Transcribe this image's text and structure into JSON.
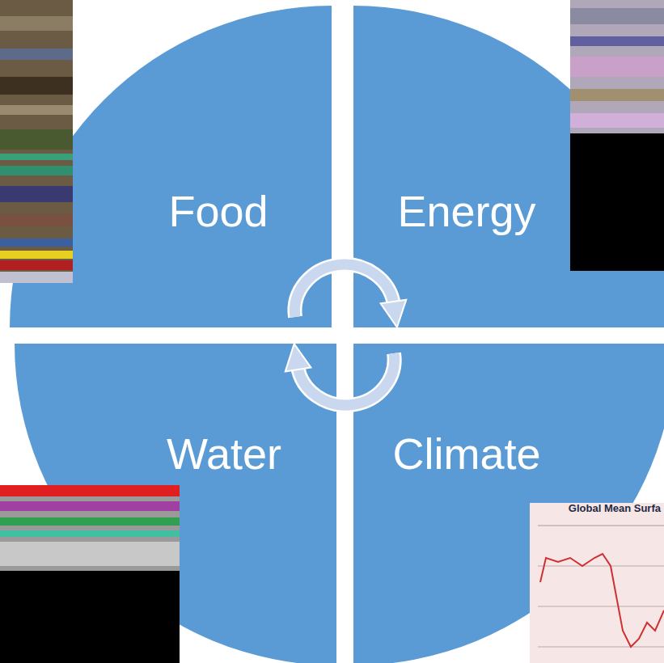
{
  "diagram": {
    "nodes": [
      {
        "text": [
          "Food"
        ]
      },
      {
        "text": [
          "Energy"
        ]
      },
      {
        "text": [
          "Water"
        ]
      },
      {
        "text": [
          "Climate"
        ]
      }
    ],
    "edges": [
      {
        "from": 0,
        "to": 1,
        "arrow": "to"
      },
      {
        "from": 3,
        "to": 2,
        "arrow": "to"
      }
    ],
    "labels": [
      "Global Mean Surfa"
    ]
  }
}
